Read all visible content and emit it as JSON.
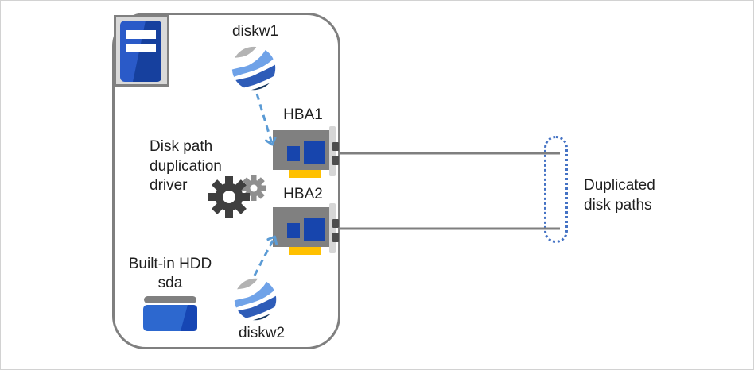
{
  "server": {
    "driver_label": {
      "line1": "Disk path",
      "line2": "duplication",
      "line3": "driver"
    },
    "disks": [
      {
        "label": "diskw1"
      },
      {
        "label": "diskw2"
      }
    ],
    "hbas": [
      {
        "label": "HBA1"
      },
      {
        "label": "HBA2"
      }
    ],
    "builtin_hdd": {
      "label": "Built-in HDD",
      "device": "sda"
    }
  },
  "right_side": {
    "duplicated_paths": {
      "line1": "Duplicated",
      "line2": "disk paths"
    }
  },
  "icons": {
    "server_icon": "server-tower-icon",
    "disk_icon": "striped-globe-disk-icon",
    "hba_icon": "pci-adapter-card-icon",
    "driver_icon": "gears-icon",
    "hdd_icon": "hard-disk-drive-icon"
  },
  "colors": {
    "container_border": "#7f7f7f",
    "connector_line": "#7f7f7f",
    "arrow_blue": "#5b9bd5",
    "ellipse_dotted_blue": "#4472c4",
    "accent_blue": "#1745ad",
    "medium_blue": "#2e5cb8",
    "light_blue": "#6fa2e8",
    "navy": "#17375e",
    "yellow": "#ffc000",
    "icon_gray": "#808080",
    "dark_gear_gray": "#3f3f3f",
    "light_gear_gray": "#8f8f8f"
  }
}
